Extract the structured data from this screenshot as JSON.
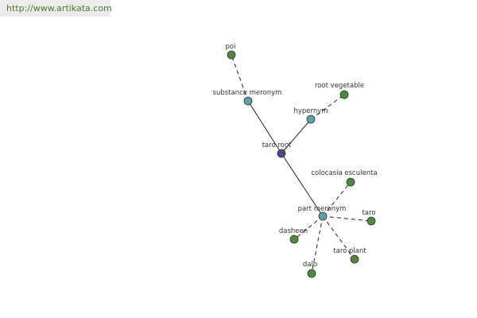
{
  "header": {
    "url_text": "http://www.artikata.com"
  },
  "colors": {
    "root": "#4a4a8c",
    "relation": "#5fa0a0",
    "leaf": "#4e8a3e"
  },
  "graph": {
    "nodes": [
      {
        "id": "taro-root",
        "label": "taro root",
        "kind": "root"
      },
      {
        "id": "substance-meronym",
        "label": "substance meronym",
        "kind": "relation"
      },
      {
        "id": "hypernym",
        "label": "hypernym",
        "kind": "relation"
      },
      {
        "id": "part-meronym",
        "label": "part meronym",
        "kind": "relation"
      },
      {
        "id": "poi",
        "label": "poi",
        "kind": "leaf"
      },
      {
        "id": "root-vegetable",
        "label": "root vegetable",
        "kind": "leaf"
      },
      {
        "id": "colocasia-esculenta",
        "label": "colocasia esculenta",
        "kind": "leaf"
      },
      {
        "id": "taro",
        "label": "taro",
        "kind": "leaf"
      },
      {
        "id": "dasheen",
        "label": "dasheen",
        "kind": "leaf"
      },
      {
        "id": "taro-plant",
        "label": "taro plant",
        "kind": "leaf"
      },
      {
        "id": "dalo",
        "label": "dalo",
        "kind": "leaf"
      }
    ],
    "edges": [
      {
        "from": "taro-root",
        "to": "substance-meronym",
        "style": "solid"
      },
      {
        "from": "taro-root",
        "to": "hypernym",
        "style": "solid"
      },
      {
        "from": "taro-root",
        "to": "part-meronym",
        "style": "solid"
      },
      {
        "from": "substance-meronym",
        "to": "poi",
        "style": "dashed"
      },
      {
        "from": "hypernym",
        "to": "root-vegetable",
        "style": "dashed"
      },
      {
        "from": "part-meronym",
        "to": "colocasia-esculenta",
        "style": "dashed"
      },
      {
        "from": "part-meronym",
        "to": "taro",
        "style": "dashed"
      },
      {
        "from": "part-meronym",
        "to": "dasheen",
        "style": "dashed"
      },
      {
        "from": "part-meronym",
        "to": "taro-plant",
        "style": "dashed"
      },
      {
        "from": "part-meronym",
        "to": "dalo",
        "style": "dashed"
      }
    ]
  }
}
